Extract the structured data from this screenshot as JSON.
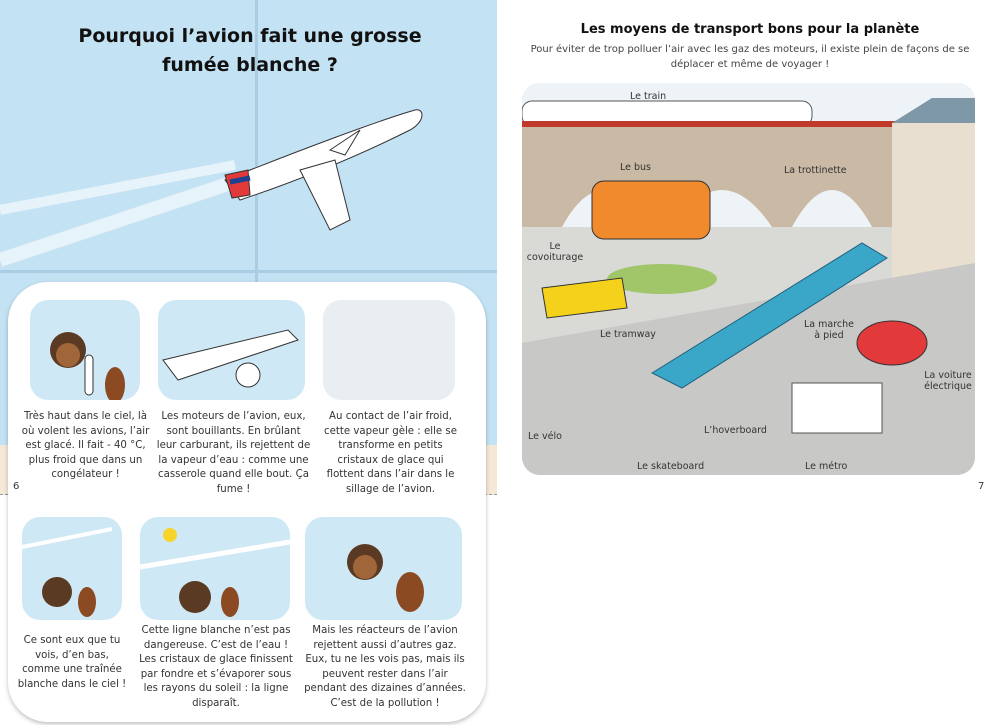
{
  "left_page": {
    "title_line1": "Pourquoi l’avion fait une grosse",
    "title_line2": "fumée blanche ?",
    "page_number": "6",
    "frames_top": [
      {
        "caption": "Très haut dans le ciel, là où volent les avions, l’air est glacé. Il fait - 40 °C, plus froid que dans un congélateur !"
      },
      {
        "caption": "Les moteurs de l’avion, eux, sont bouillants. En brûlant leur carburant, ils rejettent de la vapeur d’eau : comme une casserole quand elle bout. Ça fume !"
      },
      {
        "caption": "Au contact de l’air froid, cette vapeur gèle : elle se transforme en petits cristaux de glace qui flottent dans l’air dans le sillage de l’avion."
      }
    ],
    "frames_bottom": [
      {
        "caption": "Ce sont eux que tu vois, d’en bas, comme une traînée blanche dans le ciel !"
      },
      {
        "caption": "Cette ligne blanche n’est pas dangereuse. C’est de l’eau ! Les cristaux de glace finissent par fondre et s’évaporer sous les rayons du soleil : la ligne disparaît."
      },
      {
        "caption": "Mais les réacteurs de l’avion rejettent aussi d’autres gaz. Eux, tu ne les vois pas, mais ils peuvent rester dans l’air pendant des dizaines d’années. C’est de la pollution !"
      }
    ]
  },
  "right_page": {
    "title": "Les moyens de transport bons pour la planète",
    "subtitle": "Pour éviter de trop polluer l’air avec les gaz des moteurs, il existe plein de façons de se déplacer et même de voyager !",
    "page_number": "7",
    "labels": {
      "train": "Le train",
      "bus": "Le bus",
      "trottinette": "La trottinette",
      "covoiturage": "Le covoiturage",
      "tramway": "Le tramway",
      "marche": "La marche à pied",
      "voiture": "La voiture électrique",
      "velo": "Le vélo",
      "hoverboard": "L’hoverboard",
      "skateboard": "Le skateboard",
      "metro": "Le métro"
    }
  },
  "colors": {
    "sky": "#c3e2f3",
    "tram": "#3aa7c9",
    "bus": "#f08a2c",
    "car_yellow": "#f4d21c",
    "car_red": "#e23a3a"
  }
}
